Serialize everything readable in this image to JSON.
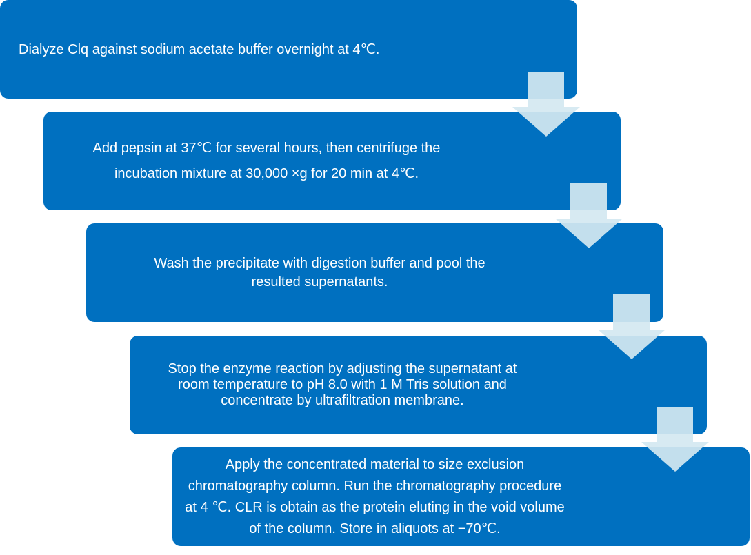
{
  "diagram": {
    "type": "flowchart",
    "direction": "top-to-bottom staircase",
    "colors": {
      "box_fill": "#0070c0",
      "box_text": "#ffffff",
      "arrow_fill": "#cfe3ec",
      "background": "#ffffff"
    },
    "steps": [
      {
        "text": "Dialyze Clq against sodium acetate buffer overnight at 4℃."
      },
      {
        "text": "Add pepsin at 37℃ for several hours, then centrifuge the\nincubation mixture at 30,000 ×g for 20 min at 4℃."
      },
      {
        "text": "Wash the precipitate with digestion buffer and pool the\nresulted supernatants."
      },
      {
        "text": "Stop the enzyme reaction by adjusting the supernatant at\nroom temperature to pH 8.0 with 1 M Tris solution and\nconcentrate by ultrafiltration membrane."
      },
      {
        "text": "Apply the concentrated material to size exclusion\nchromatography column. Run the chromatography procedure\nat 4 ℃. CLR is obtain as the protein eluting in the void volume\nof the column. Store in aliquots at −70℃."
      }
    ],
    "arrows": [
      {
        "from": 1,
        "to": 2,
        "icon": "down-arrow-icon"
      },
      {
        "from": 2,
        "to": 3,
        "icon": "down-arrow-icon"
      },
      {
        "from": 3,
        "to": 4,
        "icon": "down-arrow-icon"
      },
      {
        "from": 4,
        "to": 5,
        "icon": "down-arrow-icon"
      }
    ]
  }
}
